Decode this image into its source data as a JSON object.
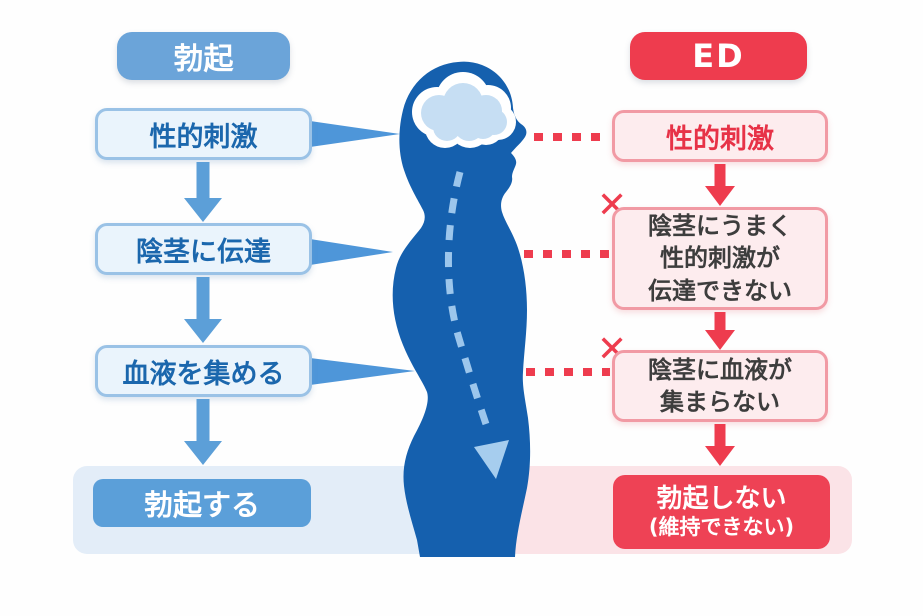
{
  "left_flow": {
    "header": "勃起",
    "step1": "性的刺激",
    "step2": "陰茎に伝達",
    "step3": "血液を集める",
    "result": "勃起する"
  },
  "right_flow": {
    "header": "ED",
    "step1": "性的刺激",
    "step2": "陰茎にうまく\n性的刺激が\n伝達できない",
    "step3": "陰茎に血液が\n集まらない",
    "result_line1": "勃起しない",
    "result_line2": "(維持できない)",
    "cross_mark": "✕"
  },
  "colors": {
    "normal_accent": "#5c9fd8",
    "normal_header": "#6ba4d9",
    "normal_box_fill": "#eaf4fc",
    "normal_box_border": "#9ac2e6",
    "normal_text": "#1b67ad",
    "ed_accent": "#ee3c4e",
    "ed_box_fill": "#fdecee",
    "ed_box_border": "#f19aa4",
    "ed_dark_text": "#3d3d3d",
    "body_silhouette": "#1560ae",
    "brain_fill": "#c6def3",
    "band_blue": "#e3edf8",
    "band_pink": "#fbe3e7"
  }
}
